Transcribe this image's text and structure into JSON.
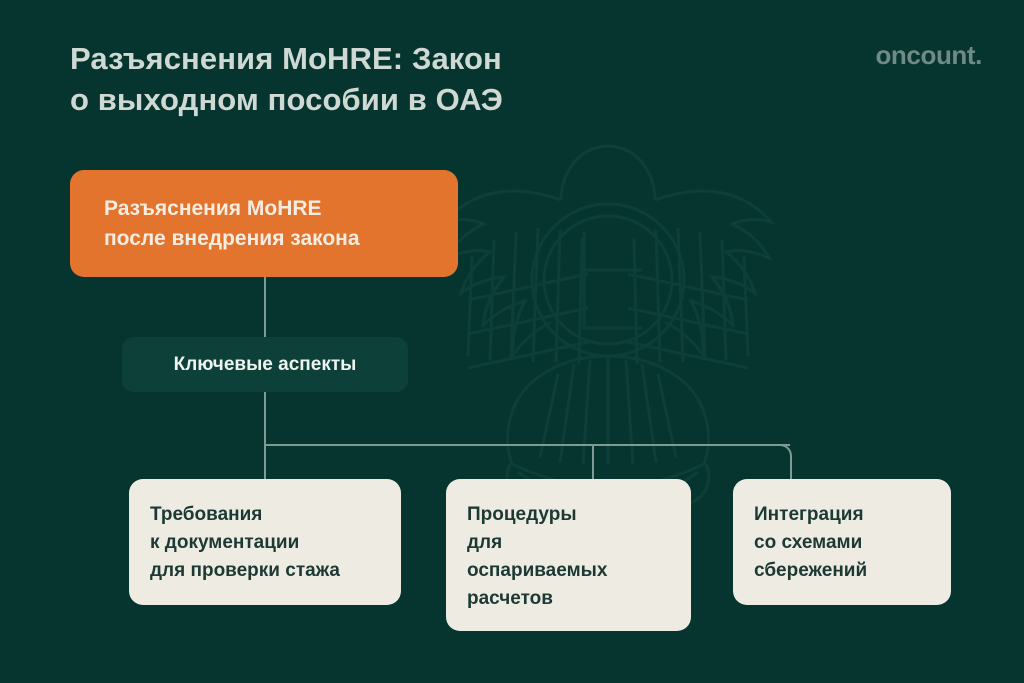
{
  "header": {
    "title": "Разъяснения MoHRE: Закон\nо выходном пособии в ОАЭ",
    "brand": "oncount."
  },
  "colors": {
    "background": "#06352f",
    "accent_orange": "#e2742e",
    "node_green": "#0d4038",
    "card_cream": "#eeebe3",
    "connector": "#7d9a93",
    "title_text": "#cfd8d2",
    "card_text": "#1c3a33",
    "brand_text": "#6f8b83"
  },
  "diagram": {
    "root": {
      "label": "Разъяснения MoHRE\nпосле внедрения закона"
    },
    "branch": {
      "label": "Ключевые аспекты"
    },
    "cards": [
      {
        "label": "Требования\nк документации\nдля проверки стажа"
      },
      {
        "label": "Процедуры\nдля\nоспариваемых\nрасчетов"
      },
      {
        "label": "Интеграция\nсо схемами\nсбережений"
      }
    ]
  },
  "watermark": {
    "name": "uae-federal-emblem-watermark"
  }
}
